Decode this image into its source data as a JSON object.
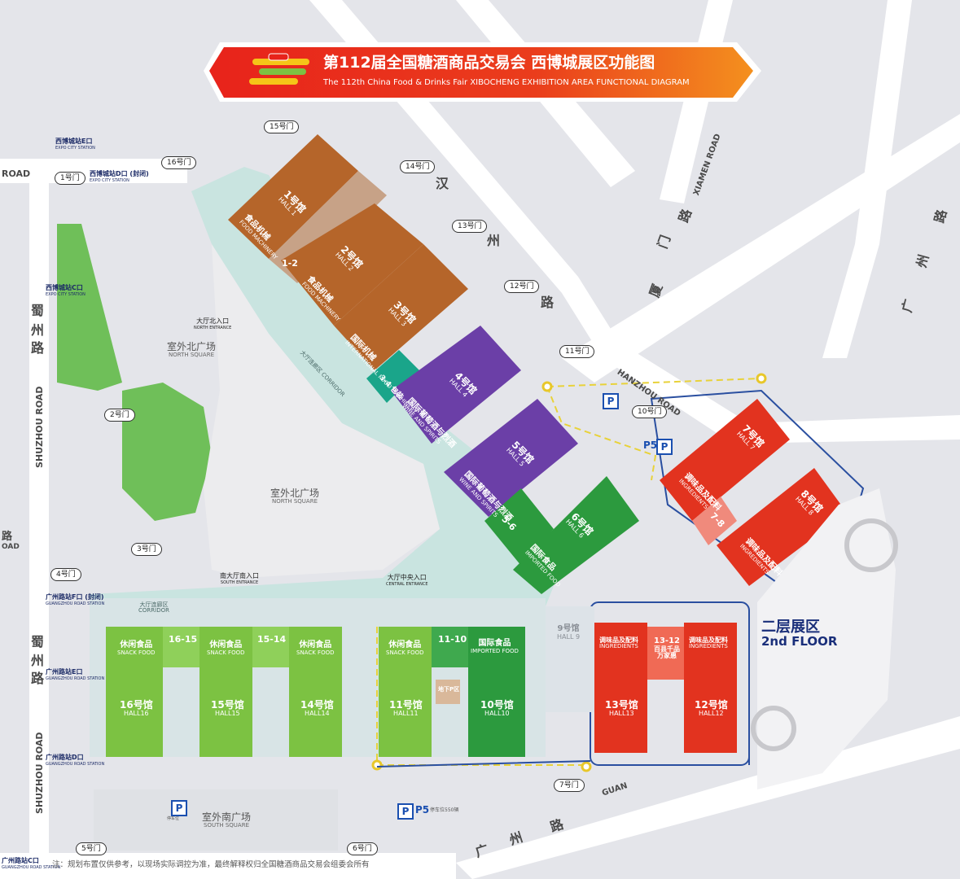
{
  "title": {
    "cn": "第112届全国糖酒商品交易会 西博城展区功能图",
    "en": "The 112th China Food & Drinks Fair XIBOCHENG EXHIBITION AREA FUNCTIONAL DIAGRAM"
  },
  "halls": [
    {
      "cn": "1号馆",
      "en": "HALL 1"
    },
    {
      "cn": "2号馆",
      "en": "HALL 2"
    },
    {
      "cn": "3号馆",
      "en": "HALL 3"
    },
    {
      "cn": "4号馆",
      "en": "HALL 4"
    },
    {
      "cn": "5号馆",
      "en": "HALL 5"
    },
    {
      "cn": "6号馆",
      "en": "HALL 6"
    },
    {
      "cn": "7号馆",
      "en": "HALL 7"
    },
    {
      "cn": "8号馆",
      "en": "HALL 8"
    },
    {
      "cn": "9号馆",
      "en": "HALL 9"
    },
    {
      "cn": "10号馆",
      "en": "HALL10"
    },
    {
      "cn": "11号馆",
      "en": "HALL11"
    },
    {
      "cn": "12号馆",
      "en": "HALL12"
    },
    {
      "cn": "13号馆",
      "en": "HALL13"
    },
    {
      "cn": "14号馆",
      "en": "HALL14"
    },
    {
      "cn": "15号馆",
      "en": "HALL15"
    },
    {
      "cn": "16号馆",
      "en": "HALL16"
    }
  ],
  "connectors": [
    "1-2",
    "3-4",
    "5-6",
    "7-8",
    "16-15",
    "15-14",
    "11-10",
    "13-12"
  ],
  "categories": {
    "food_machinery": {
      "cn": "食品机械",
      "en": "FOOD MACHINERY"
    },
    "intl_food_machinery": {
      "cn": "国际机械",
      "en": "INTERNATIONAL FOOD MACHINERY"
    },
    "packaging": {
      "cn": "包装"
    },
    "wine_spirits": {
      "cn": "国际葡萄酒与烈酒",
      "en": "WINE AND SPIRITS"
    },
    "imported_food": {
      "cn": "国际食品",
      "en": "IMPORTED FOOD"
    },
    "ingredients": {
      "cn": "调味品及配料",
      "en": "INGREDIENTS"
    },
    "snack_food": {
      "cn": "休闲食品",
      "en": "SNACK FOOD"
    },
    "county_products": {
      "cn": "百县千品万家惠"
    }
  },
  "gates": [
    "1号门",
    "2号门",
    "3号门",
    "4号门",
    "5号门",
    "6号门",
    "7号门",
    "10号门",
    "11号门",
    "12号门",
    "13号门",
    "14号门",
    "15号门",
    "16号门"
  ],
  "stations": [
    {
      "cn": "西博城站E口",
      "en": "EXPO CITY STATION"
    },
    {
      "cn": "西博城站D口 (封闭)",
      "en": "EXPO CITY STATION"
    },
    {
      "cn": "西博城站C口",
      "en": "EXPO CITY STATION"
    },
    {
      "cn": "广州路站F口 (封闭)",
      "en": "GUANGZHOU ROAD STATION"
    },
    {
      "cn": "广州路站E口",
      "en": "GUANGZHOU ROAD STATION"
    },
    {
      "cn": "广州路站D口",
      "en": "GUANGZHOU ROAD STATION"
    },
    {
      "cn": "广州路站C口",
      "en": "GUANGZHOU ROAD STATION"
    }
  ],
  "entrances": [
    {
      "cn": "大厅北入口",
      "en": "NORTH ENTRANCE"
    },
    {
      "cn": "南大厅南入口",
      "en": "SOUTH ENTRANCE"
    },
    {
      "cn": "大厅中央入口",
      "en": "CENTRAL ENTRANCE"
    }
  ],
  "squares": [
    {
      "cn": "室外北广场",
      "en": "NORTH SQUARE"
    },
    {
      "cn": "室外北广场",
      "en": "NORTH SQUARE"
    },
    {
      "cn": "室外南广场",
      "en": "SOUTH SQUARE"
    }
  ],
  "corridors": [
    {
      "cn": "大厅连廊区",
      "en": "CORRIDOR"
    },
    {
      "cn": "大厅连廊区",
      "en": "CORRIDOR"
    }
  ],
  "roads": {
    "hanzhou_cn": [
      "汉",
      "州",
      "路"
    ],
    "hanzhou_en": "HANZHOU ROAD",
    "xiamen_cn": [
      "厦",
      "门",
      "路"
    ],
    "xiamen_en": "XIAMEN ROAD",
    "guangzhou_cn": [
      "广",
      "州",
      "路"
    ],
    "guangzhou_en": "GUAN",
    "shuzhou_cn": [
      "蜀",
      "州",
      "路"
    ],
    "shuzhou_en": "SHUZHOU ROAD",
    "left_road": "ROAD",
    "left_road2": "路",
    "left_road3": "OAD"
  },
  "parking": {
    "label": "P",
    "p5": "P5",
    "underground": "地下P区",
    "p5_south": "停车位550辆",
    "south": "停车位"
  },
  "second_floor": {
    "cn": "二层展区",
    "en": "2nd FLOOR"
  },
  "footnote": "注：规划布置仅供参考，以现场实际调控为准，最终解释权归全国糖酒商品交易会组委会所有",
  "colors": {
    "brown": "#b5652a",
    "purple": "#6b3fa7",
    "green_dark": "#2c9a3e",
    "green_light": "#7cc242",
    "red": "#e2331f",
    "teal": "#1aa58a",
    "title_red": "#e8231b",
    "title_orange": "#f4901e"
  }
}
